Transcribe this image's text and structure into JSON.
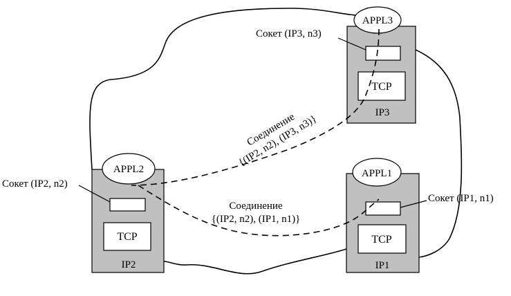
{
  "hosts": {
    "ip1": {
      "label": "IP1",
      "app": "APPL1",
      "tcp": "TCP"
    },
    "ip2": {
      "label": "IP2",
      "app": "APPL2",
      "tcp": "TCP"
    },
    "ip3": {
      "label": "IP3",
      "app": "APPL3",
      "tcp": "TCP"
    }
  },
  "sockets": {
    "ip1": "Сокет (IP1, n1)",
    "ip2": "Сокет (IP2, n2)",
    "ip3": "Сокет (IP3, n3)"
  },
  "connections": {
    "c23": {
      "title": "Соединение",
      "pair": "{(IP2, n2), (IP3, n3)}"
    },
    "c21": {
      "title": "Соединение",
      "pair": "{(IP2, n2), (IP1, n1)}"
    }
  },
  "colors": {
    "host_fill": "#c0c0c0",
    "line": "#000000",
    "box_fill": "#ffffff"
  }
}
